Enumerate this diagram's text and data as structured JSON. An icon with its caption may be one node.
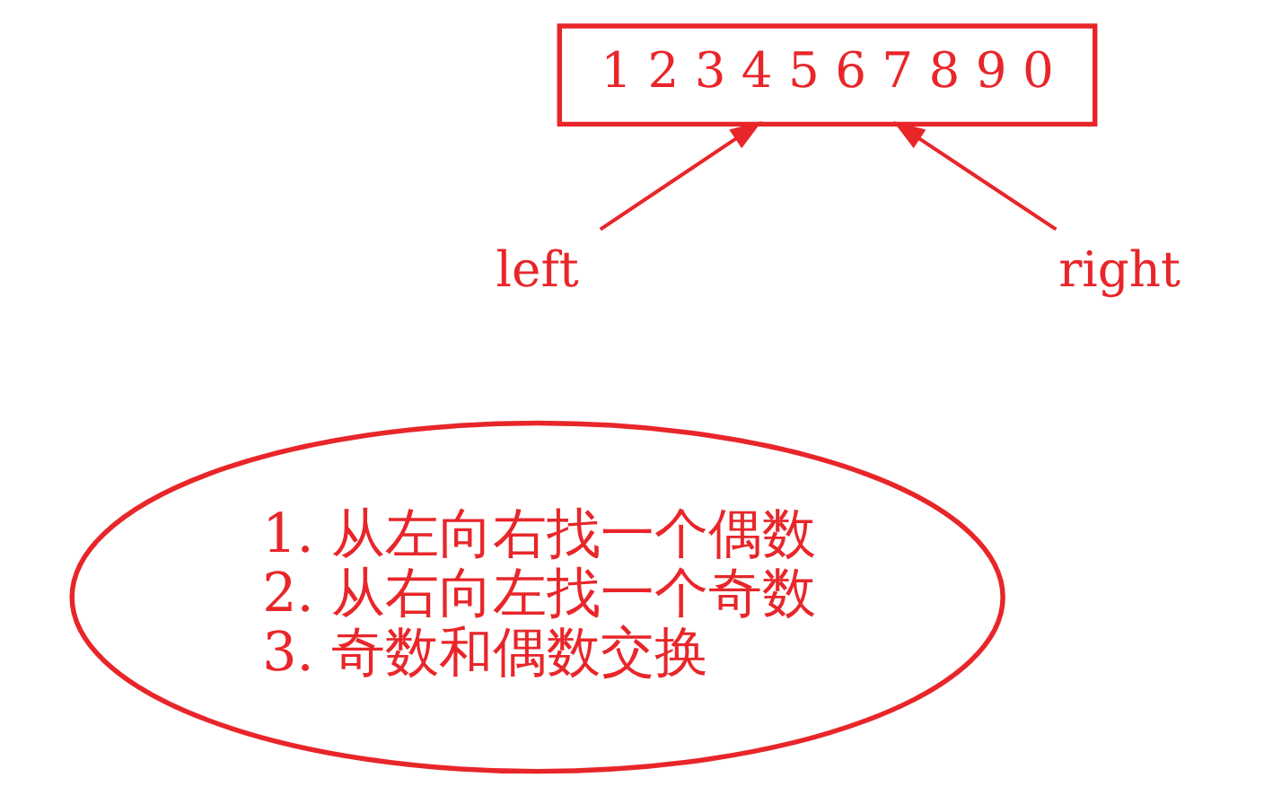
{
  "diagram": {
    "nodes": [
      {
        "text": [
          "1 2 3 4 5 6 7 8 9 0"
        ]
      },
      {
        "text": [
          "left"
        ]
      },
      {
        "text": [
          "right"
        ]
      },
      {
        "text": [
          "1. 从左向右找一个偶数",
          "2. 从右向左找一个奇数",
          "3. 奇数和偶数交换"
        ]
      }
    ],
    "edges": [
      {
        "from": 1,
        "to": 0,
        "arrow": "to"
      },
      {
        "from": 2,
        "to": 0,
        "arrow": "to"
      }
    ]
  }
}
